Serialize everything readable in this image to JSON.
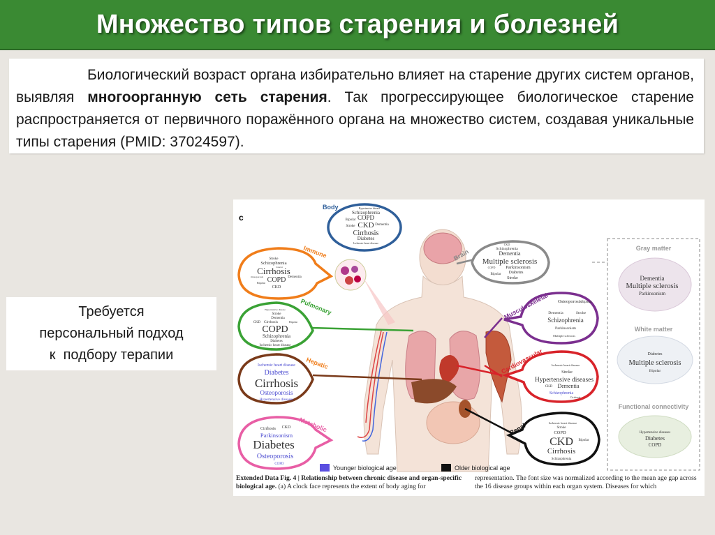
{
  "slide": {
    "title": "Множество типов старения и болезней",
    "intro": {
      "before_bold": "Биологический возраст органа избирательно влияет на старение других систем органов, выявляя ",
      "bold": "многоорганную сеть старения",
      "after_bold": ". Так прогрессирующее биологическое старение распространяется от первичного поражённого органа на множество систем, создавая уникальные типы старения (PMID: 37024597)."
    },
    "side_note": {
      "line1": "Требуется",
      "line2": "персональный подход",
      "line3": "к  подбору терапии"
    }
  },
  "figure": {
    "panel_letter": "c",
    "organs": {
      "body": {
        "label": "Body",
        "words": [
          "Hypertensive disease",
          "Schizophrenia",
          "COPD",
          "Bipolar",
          "Stroke",
          "CKD",
          "Dementia",
          "Cirrhosis",
          "Diabetes",
          "Ischemic heart disease"
        ]
      },
      "immune": {
        "label": "Immune",
        "words": [
          "Stroke",
          "Schizophrenia",
          "Cancer",
          "Cirrhosis",
          "Osteoporosis",
          "Dementia",
          "COPD",
          "Bipolar",
          "CKD"
        ]
      },
      "pulmonary": {
        "label": "Pulmonary",
        "words": [
          "Hypertensive disease",
          "Stroke",
          "Dementia",
          "CKD",
          "Cirrhosis",
          "Bipolar",
          "COPD",
          "Schizophrenia",
          "Diabetes",
          "Ischemic heart disease"
        ]
      },
      "hepatic": {
        "label": "Hepatic",
        "words": [
          "Ischemic heart disease",
          "Diabetes",
          "Cirrhosis",
          "Osteoporosis",
          "Hypertensive diseases"
        ]
      },
      "metabolic": {
        "label": "Metabolic",
        "words": [
          "Cirrhosis",
          "CKD",
          "Parkinsonism",
          "Diabetes",
          "Osteoporosis",
          "COPD"
        ]
      },
      "brain": {
        "label": "Brain",
        "words": [
          "CKD",
          "Schizophrenia",
          "Dementia",
          "Multiple sclerosis",
          "COPD",
          "Parkinsonism",
          "Diabetes",
          "Bipolar",
          "Stroke"
        ]
      },
      "musculoskeletal": {
        "label": "Musculoskeletal",
        "words": [
          "Osteoporosis",
          "Bipolar",
          "Dementia",
          "Stroke",
          "Schizophrenia",
          "Parkinsonism",
          "Multiple sclerosis"
        ]
      },
      "cardiovascular": {
        "label": "Cardiovascular",
        "words": [
          "Ischemic heart disease",
          "Stroke",
          "Hypertensive diseases",
          "CKD",
          "Dementia",
          "Schizophrenia",
          "Cirrhosis"
        ]
      },
      "renal": {
        "label": "Renal",
        "words": [
          "Ischemic heart disease",
          "Stroke",
          "COPD",
          "CKD",
          "Bipolar",
          "Cirrhosis",
          "Schizophrenia"
        ]
      }
    },
    "brain_panels": {
      "gray_matter": {
        "label": "Gray matter",
        "words": [
          "Dementia",
          "Multiple sclerosis",
          "Parkinsonism"
        ]
      },
      "white_matter": {
        "label": "White matter",
        "words": [
          "Diabetes",
          "Multiple sclerosis",
          "Bipolar"
        ]
      },
      "functional_connectivity": {
        "label": "Functional connectivity",
        "words": [
          "Hypertensive diseases",
          "Diabetes",
          "COPD"
        ]
      }
    },
    "legend": {
      "younger": "Younger biological age",
      "older": "Older biological age",
      "younger_color": "#5a4ee0",
      "older_color": "#111111"
    },
    "caption": {
      "col1_bold": "Extended Data Fig. 4 | Relationship between chronic disease and organ-specific biological age.",
      "col1_rest": " (a) A clock face represents the extent of body aging for",
      "col2": "representation. The font size was normalized according to the mean age gap across the 16 disease groups within each organ system. Diseases for which"
    },
    "colors": {
      "body": "#2f5f9a",
      "immune": "#f07d1a",
      "pulmonary": "#3aa235",
      "hepatic": "#7a3a1a",
      "metabolic": "#e85ea5",
      "brain": "#8a8a8a",
      "musculoskeletal": "#7b2f8f",
      "cardiovascular": "#d8232a",
      "renal": "#111111"
    }
  }
}
